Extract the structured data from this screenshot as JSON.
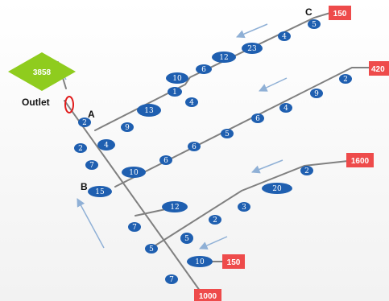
{
  "outlet_label": "Outlet",
  "outlet_value": "3858",
  "point_labels": [
    "A",
    "B",
    "C"
  ],
  "colors": {
    "node": "#1f5fb0",
    "pipe": "#808080",
    "box": "#ee4b4b",
    "outlet": "#8fcc1e",
    "arrow": "#8fb0d6",
    "ring": "#e11b1b"
  },
  "inflow_boxes": [
    "150",
    "420",
    "1600",
    "150",
    "1000"
  ],
  "nodes": [
    "5",
    "4",
    "23",
    "12",
    "6",
    "10",
    "1",
    "4",
    "13",
    "9",
    "4",
    "2",
    "2",
    "7",
    "15",
    "10",
    "6",
    "6",
    "5",
    "6",
    "4",
    "9",
    "2",
    "2",
    "20",
    "3",
    "2",
    "12",
    "7",
    "5",
    "5",
    "10",
    "7"
  ]
}
